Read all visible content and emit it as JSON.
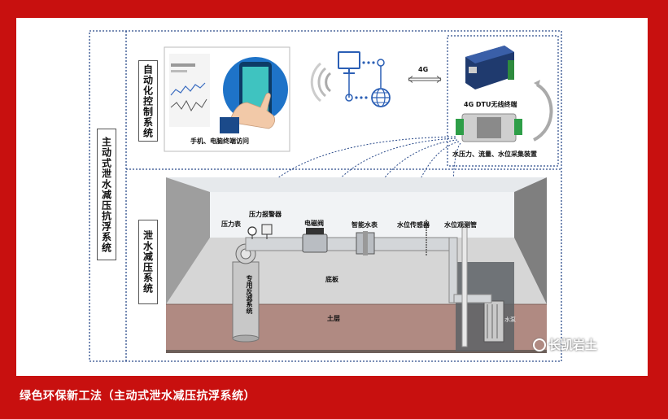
{
  "labels": {
    "main_system": "主动式泄水减压抗浮系统",
    "auto_control": "自动化控制系统",
    "drain_system": "泄水减压系统",
    "terminal_access": "手机、电脑终端访问",
    "net_4g": "4G",
    "dtu": "4G DTU无线终端",
    "collector": "水压力、流量、水位采集装置",
    "pressure_gauge": "压力表",
    "pressure_alarm": "压力报警器",
    "solenoid_valve": "电磁阀",
    "smart_meter": "智能水表",
    "level_sensor": "水位传感器",
    "obs_pipe": "水位观测管",
    "floor_slab": "底板",
    "soil": "土层",
    "filter_system": "专用反滤系统",
    "pump": "水泵"
  },
  "watermark": "长凯岩土",
  "caption": "绿色环保新工法（主动式泄水减压抗浮系统）",
  "colors": {
    "border": "#c8100f",
    "dotted": "#2a4a8a",
    "soil": "#b08a82",
    "slab": "#d8d8d8",
    "room": "#e9ecef"
  }
}
